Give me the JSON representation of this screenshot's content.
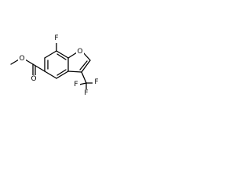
{
  "molecule": {
    "atoms": {
      "fluorine_top": "F",
      "furan_oxygen": "O",
      "ester_carbonyl_oxygen": "O",
      "ester_ether_oxygen": "O",
      "cf3_fluorine_a": "F",
      "cf3_fluorine_b": "F",
      "cf3_fluorine_c": "F"
    }
  }
}
